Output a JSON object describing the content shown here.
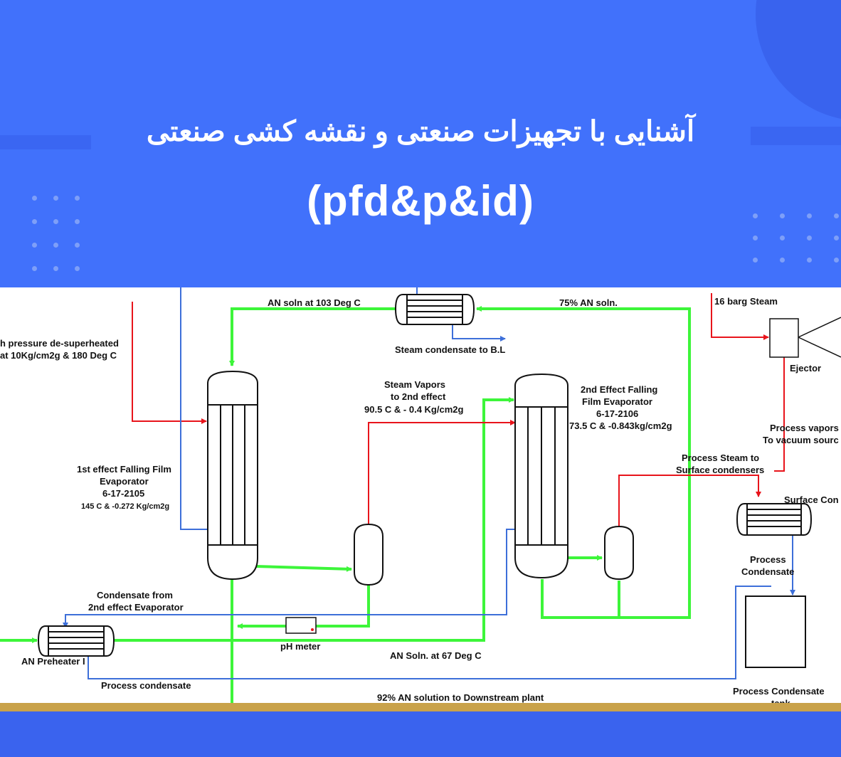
{
  "banner": {
    "title_fa": "آشنایی با تجهیزات صنعتی و نقشه کشی صنعتی",
    "title_en": "(pfd&p&id)"
  },
  "labels": {
    "an_soln_103": "AN soln at 103 Deg C",
    "an_soln_75": "75% AN soln.",
    "steam_16_barg": "16 barg Steam",
    "steam_desup_1": "h pressure de-superheated",
    "steam_desup_2": "at 10Kg/cm2g & 180 Deg C",
    "steam_cond_bl": "Steam condensate to B.L",
    "ejector": "Ejector",
    "steam_vapors_1": "Steam Vapors",
    "steam_vapors_2": "to 2nd effect",
    "steam_vapors_3": "90.5 C & - 0.4 Kg/cm2g",
    "evap2_1": "2nd Effect Falling",
    "evap2_2": "Film Evaporator",
    "evap2_3": "6-17-2106",
    "evap2_4": "73.5 C & -0.843kg/cm2g",
    "process_vapors_1": "Process vapors",
    "process_vapors_2": "To vacuum sourc",
    "evap1_1": "1st effect Falling Film",
    "evap1_2": "Evaporator",
    "evap1_3": "6-17-2105",
    "evap1_4": "145 C & -0.272 Kg/cm2g",
    "process_steam_1": "Process Steam to",
    "process_steam_2": "Surface condensers",
    "surface_con": "Surface Con",
    "process_cond_1": "Process",
    "process_cond_2": "Condensate",
    "cond_from_1": "Condensate from",
    "cond_from_2": "2nd effect Evaporator",
    "ph_meter": "pH meter",
    "an_preheater": "AN Preheater I",
    "an_soln_67": "AN Soln. at 67 Deg C",
    "process_condensate": "Process condensate",
    "an_92": "92% AN solution to Downstream plant",
    "pc_tank_1": "Process Condensate",
    "pc_tank_2": "tank"
  },
  "colors": {
    "steam_line": "#e8141b",
    "solution_line": "#3df53a",
    "condensate_line": "#3d6fd9",
    "banner_blue": "#4171fb",
    "gold_strip": "#c9a24a"
  }
}
